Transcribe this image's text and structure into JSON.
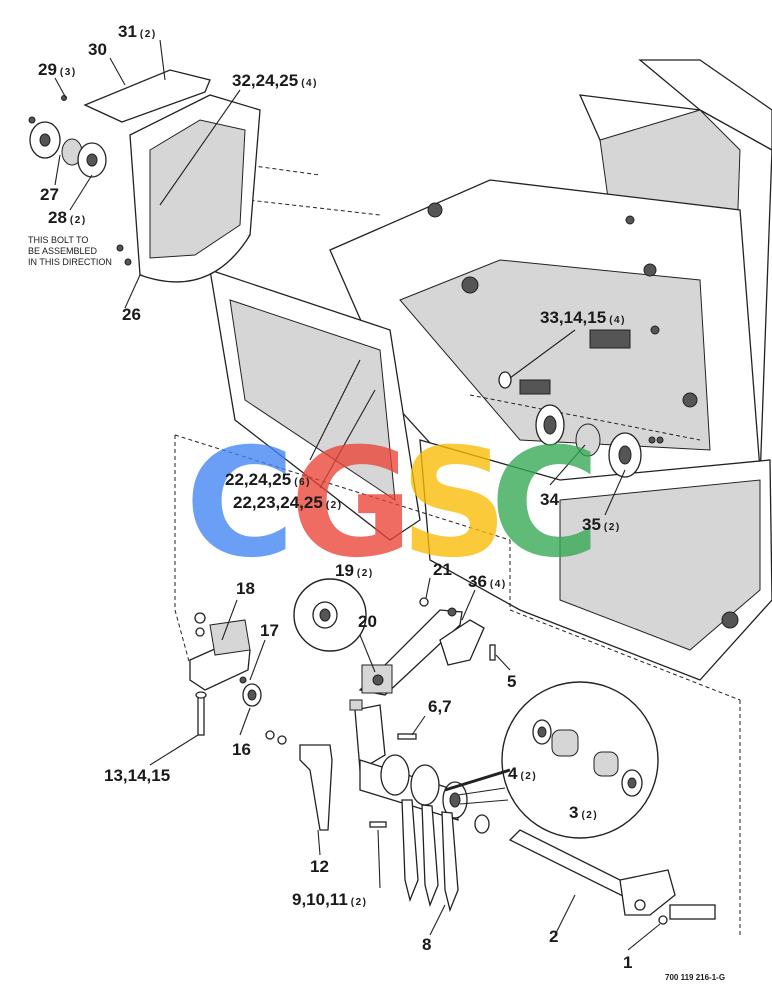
{
  "callouts": {
    "c31": "31",
    "c31q": "(2)",
    "c30": "30",
    "c29": "29",
    "c29q": "(3)",
    "c32": "32,24,25",
    "c32q": "(4)",
    "c27": "27",
    "c28": "28",
    "c28q": "(2)",
    "c26": "26",
    "c33": "33,14,15",
    "c33q": "(4)",
    "c22a": "22,24,25",
    "c22aq": "(6)",
    "c22b": "22,23,24,25",
    "c22bq": "(2)",
    "c34": "34",
    "c35": "35",
    "c35q": "(2)",
    "c18": "18",
    "c19": "19",
    "c19q": "(2)",
    "c21": "21",
    "c36": "36",
    "c36q": "(4)",
    "c17": "17",
    "c20": "20",
    "c5": "5",
    "c67": "6,7",
    "c16": "16",
    "c131415": "13,14,15",
    "c4": "4",
    "c4q": "(2)",
    "c3": "3",
    "c3q": "(2)",
    "c12": "12",
    "c91011": "9,10,11",
    "c91011q": "(2)",
    "c8": "8",
    "c2": "2",
    "c1": "1"
  },
  "note": {
    "line1": "THIS BOLT TO",
    "line2": "BE ASSEMBLED",
    "line3": "IN THIS DIRECTION"
  },
  "figure_number": "700 119 216-1-G",
  "watermark": {
    "letters": [
      "C",
      "G",
      "S",
      "C"
    ],
    "colors": [
      "#4285f4",
      "#ea4335",
      "#fbbc05",
      "#34a853"
    ]
  }
}
